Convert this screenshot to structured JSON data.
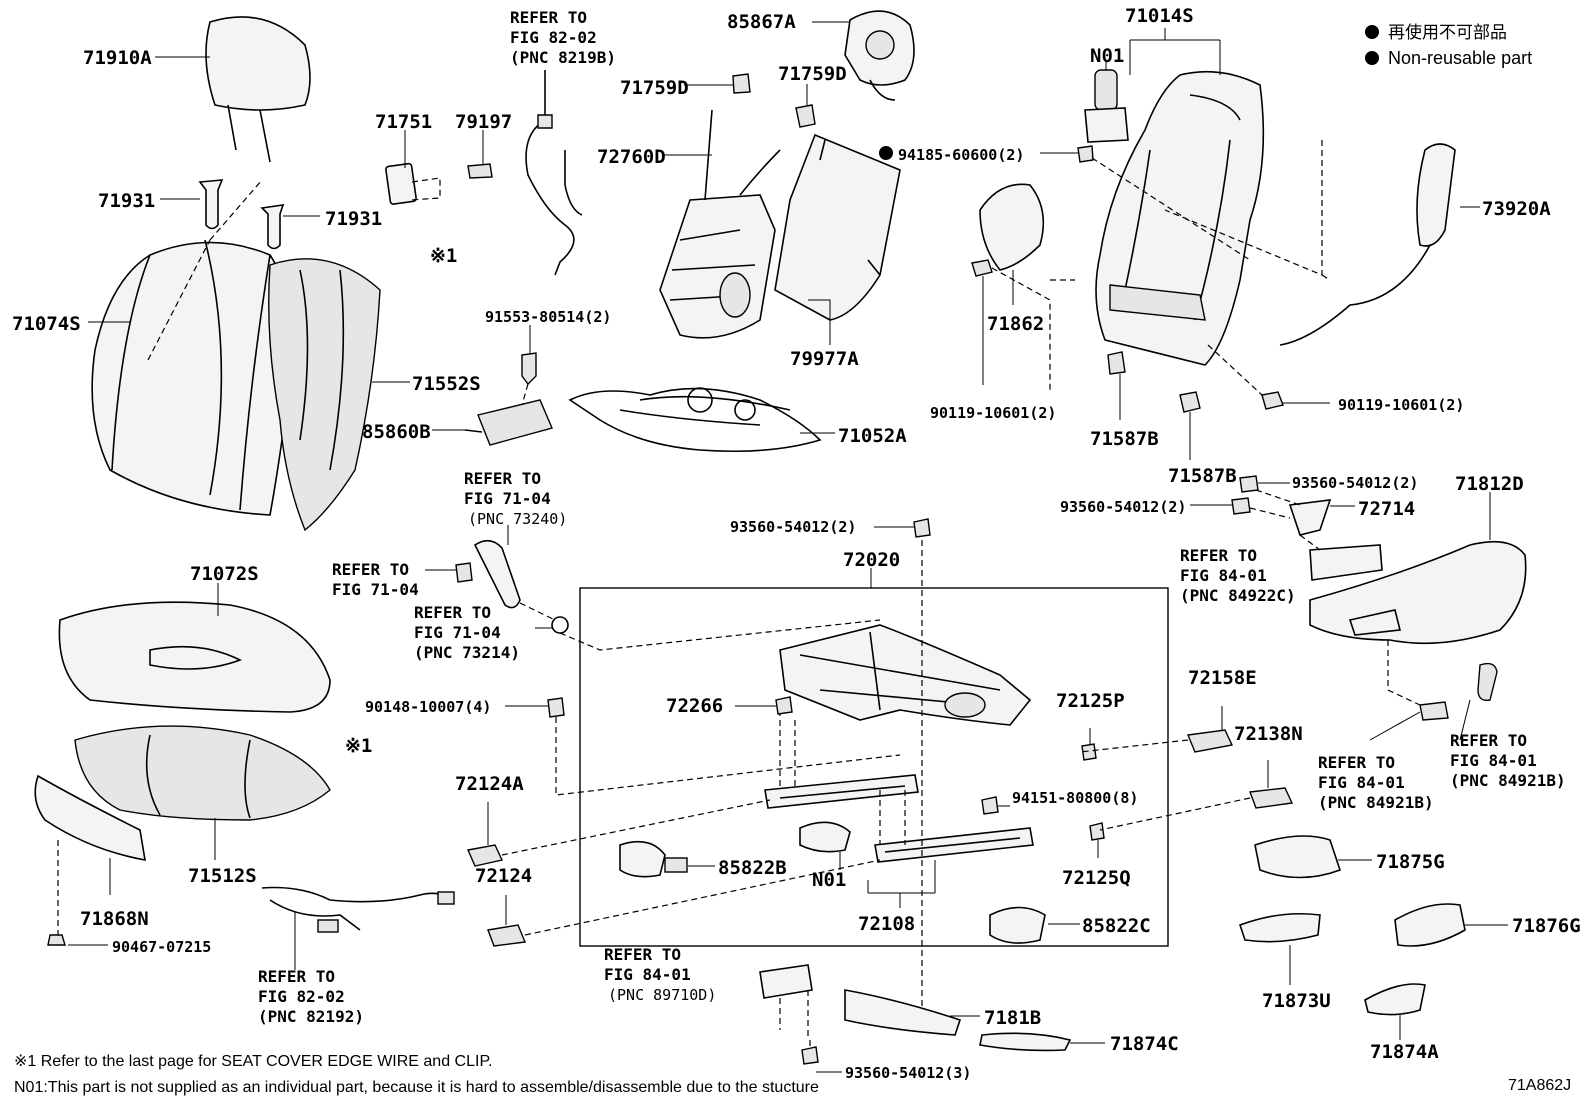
{
  "legend": {
    "jp_label": "再使用不可部品",
    "en_label": "Non-reusable part"
  },
  "parts": {
    "p71910A": "71910A",
    "p71751": "71751",
    "p79197": "79197",
    "p71931a": "71931",
    "p71931b": "71931",
    "p71074S": "71074S",
    "p71552S": "71552S",
    "p85860B": "85860B",
    "p91553": "91553-80514(2)",
    "p85867A": "85867A",
    "p71759Da": "71759D",
    "p71759Db": "71759D",
    "p72760D": "72760D",
    "p79977A": "79977A",
    "p71052A": "71052A",
    "p71014S": "71014S",
    "pN01a": "N01",
    "p94185": "94185-60600(2)",
    "p71862": "71862",
    "p73920A": "73920A",
    "p90119a": "90119-10601(2)",
    "p90119b": "90119-10601(2)",
    "p71587Ba": "71587B",
    "p71587Bb": "71587B",
    "p93560a": "93560-54012(2)",
    "p93560b": "93560-54012(2)",
    "p93560c": "93560-54012(2)",
    "p93560d": "93560-54012(3)",
    "p72714": "72714",
    "p71812D": "71812D",
    "p72020": "72020",
    "p71072S": "71072S",
    "p90148": "90148-10007(4)",
    "p72266": "72266",
    "p72125P": "72125P",
    "p72158E": "72158E",
    "p72138N": "72138N",
    "p94151": "94151-80800(8)",
    "p72124A": "72124A",
    "p72124": "72124",
    "p85822B": "85822B",
    "pN01b": "N01",
    "p72125Q": "72125Q",
    "p72108": "72108",
    "p85822C": "85822C",
    "p71512S": "71512S",
    "p71868N": "71868N",
    "p90467": "90467-07215",
    "p7181B": "7181B",
    "p71874C": "71874C",
    "p71875G": "71875G",
    "p71873U": "71873U",
    "p71876G": "71876G",
    "p71874A": "71874A",
    "x1a": "※1",
    "x1b": "※1"
  },
  "refs": {
    "r1": [
      "REFER TO",
      "FIG 82-02",
      "(PNC 8219B)"
    ],
    "r2": [
      "REFER TO",
      "FIG 71-04",
      "(PNC 73240)"
    ],
    "r3": [
      "REFER TO",
      "FIG 71-04"
    ],
    "r4": [
      "REFER TO",
      "FIG 71-04",
      "(PNC 73214)"
    ],
    "r5": [
      "REFER TO",
      "FIG 84-01",
      "(PNC 84922C)"
    ],
    "r6": [
      "REFER TO",
      "FIG 84-01",
      "(PNC 84921B)"
    ],
    "r7": [
      "REFER TO",
      "FIG 84-01",
      "(PNC 84921B)"
    ],
    "r8": [
      "REFER TO",
      "FIG 82-02",
      "(PNC 82192)"
    ],
    "r9": [
      "REFER TO",
      "FIG 84-01",
      "(PNC 89710D)"
    ]
  },
  "footnotes": {
    "n1": "※1 Refer to the last page for SEAT COVER EDGE WIRE and CLIP.",
    "n2": "N01:This part is not supplied as an individual part, because it is hard to assemble/disassemble due to the stucture"
  },
  "fig_code": "71A862J"
}
